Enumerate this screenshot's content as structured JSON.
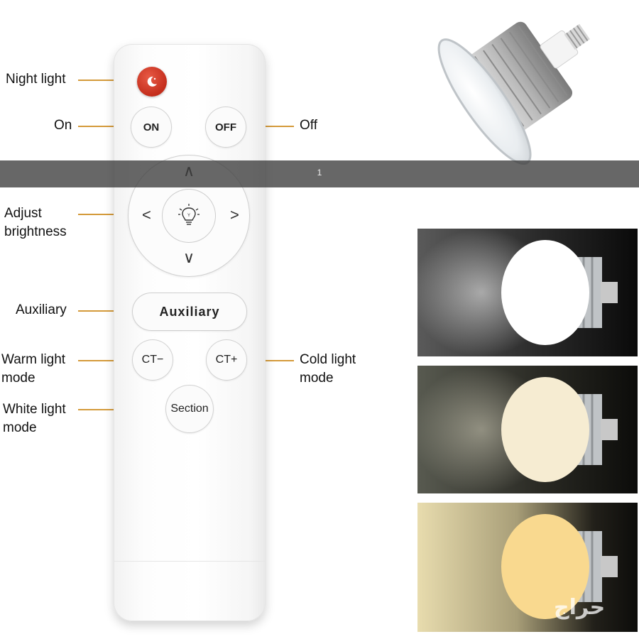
{
  "labels": {
    "night_light": "Night light",
    "on": "On",
    "off": "Off",
    "adjust_line1": "Adjust",
    "adjust_line2": "brightness",
    "auxiliary": "Auxiliary",
    "warm_line1": "Warm light",
    "warm_line2": "mode",
    "cold_line1": "Cold light",
    "cold_line2": "mode",
    "white_line1": "White light",
    "white_line2": "mode"
  },
  "remote": {
    "on_btn": "ON",
    "off_btn": "OFF",
    "aux_btn": "Auxiliary",
    "ct_minus": "CT−",
    "ct_plus": "CT+",
    "section_btn": "Section",
    "arrow_up": "∧",
    "arrow_down": "∨",
    "arrow_left": "<",
    "arrow_right": ">"
  },
  "overlay": {
    "page_number": "1"
  },
  "watermark": "حراج",
  "colors": {
    "callout_line": "#d49a3a",
    "night_button": "#c42d1c",
    "cold_light": "#ffffff",
    "white_light": "#f6ecd2",
    "warm_light": "#f9d98f"
  },
  "icons": [
    "moon-icon",
    "bulb-icon",
    "arrow-up-icon",
    "arrow-down-icon",
    "arrow-left-icon",
    "arrow-right-icon"
  ]
}
